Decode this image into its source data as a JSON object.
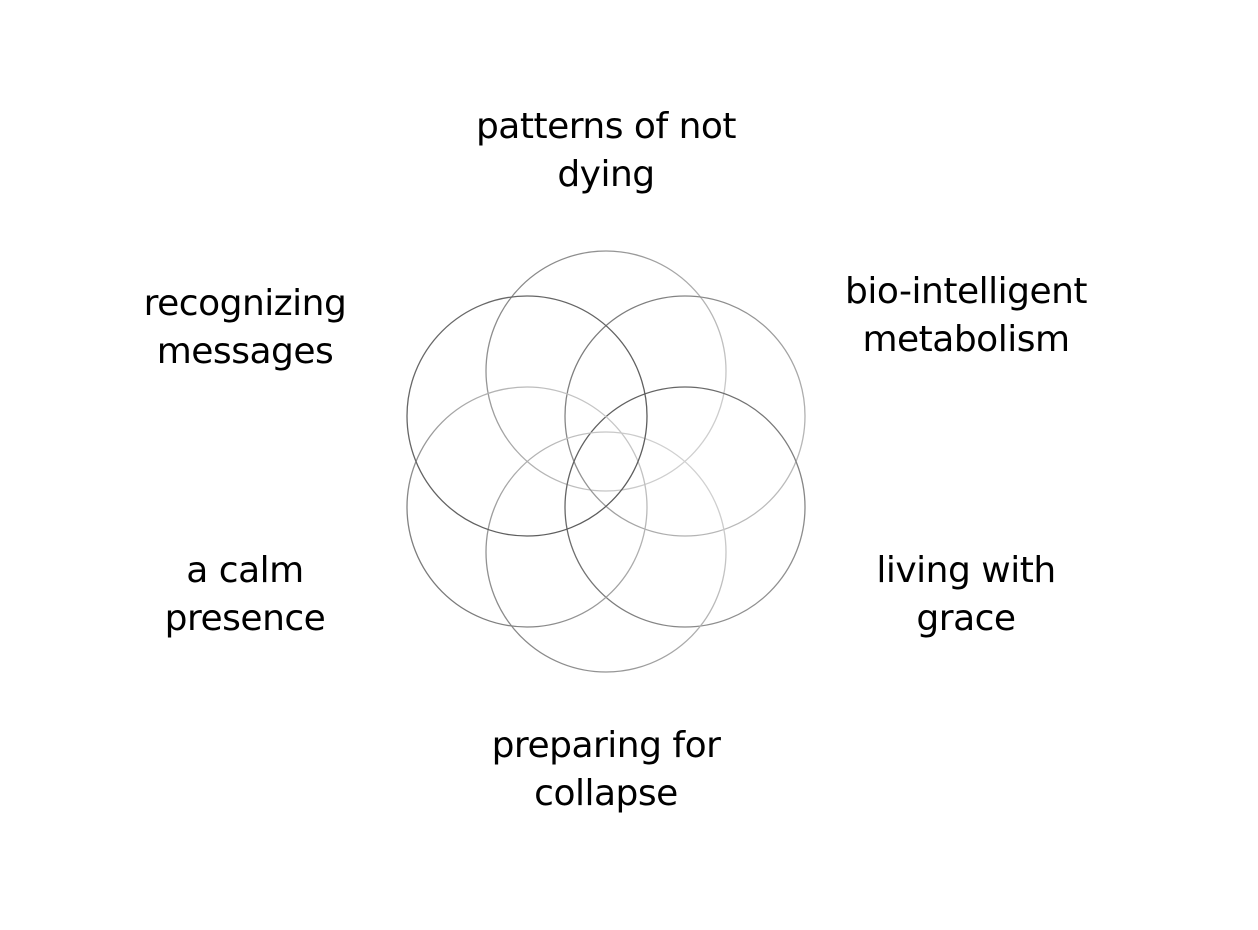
{
  "diagram": {
    "labels": [
      {
        "id": "top",
        "line1": "patterns of not",
        "line2": "dying"
      },
      {
        "id": "top-right",
        "line1": "bio-intelligent",
        "line2": "metabolism"
      },
      {
        "id": "bottom-right",
        "line1": "living with",
        "line2": "grace"
      },
      {
        "id": "bottom",
        "line1": "preparing for",
        "line2": "collapse"
      },
      {
        "id": "bottom-left",
        "line1": "a calm",
        "line2": "presence"
      },
      {
        "id": "top-left",
        "line1": "recognizing",
        "line2": "messages"
      }
    ],
    "petal_count": 6,
    "colors": {
      "text": "#000000",
      "petal_stroke_dark": "#7a7a7a",
      "petal_stroke_light": "#cfcfcf",
      "background": "#ffffff"
    }
  }
}
